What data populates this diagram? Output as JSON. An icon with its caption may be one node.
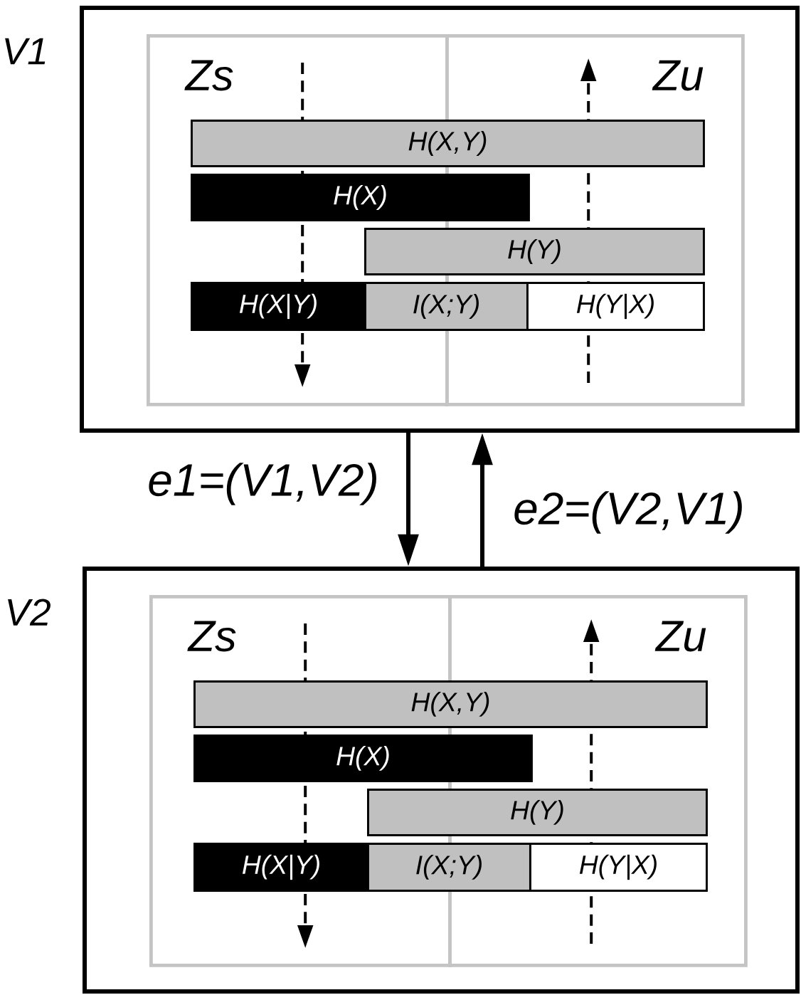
{
  "diagram": {
    "nodes": [
      {
        "text": [
          "V1"
        ]
      },
      {
        "text": [
          "Zs"
        ],
        "in": 0
      },
      {
        "text": [
          "Zu"
        ],
        "in": 0
      },
      {
        "text": [
          "H(X,Y)"
        ],
        "in": 0
      },
      {
        "text": [
          "H(X)"
        ],
        "in": 0
      },
      {
        "text": [
          "H(Y)"
        ],
        "in": 0
      },
      {
        "text": [
          "H(X|Y)"
        ],
        "in": 1
      },
      {
        "text": [
          "I(X;Y)"
        ],
        "in": 0
      },
      {
        "text": [
          "H(Y|X)"
        ],
        "in": 2
      },
      {
        "text": [
          "V2"
        ]
      },
      {
        "text": [
          "Zs"
        ],
        "in": 9
      },
      {
        "text": [
          "Zu"
        ],
        "in": 9
      },
      {
        "text": [
          "H(X,Y)"
        ],
        "in": 9
      },
      {
        "text": [
          "H(X)"
        ],
        "in": 9
      },
      {
        "text": [
          "H(Y)"
        ],
        "in": 9
      },
      {
        "text": [
          "H(X|Y)"
        ],
        "in": 10
      },
      {
        "text": [
          "I(X;Y)"
        ],
        "in": 9
      },
      {
        "text": [
          "H(Y|X)"
        ],
        "in": 11
      }
    ],
    "edges": [
      {
        "from": 0,
        "to": 9,
        "arrow": "to",
        "label": "e1=(V1,V2)"
      },
      {
        "from": 9,
        "to": 0,
        "arrow": "to",
        "label": "e2=(V2,V1)"
      }
    ]
  }
}
